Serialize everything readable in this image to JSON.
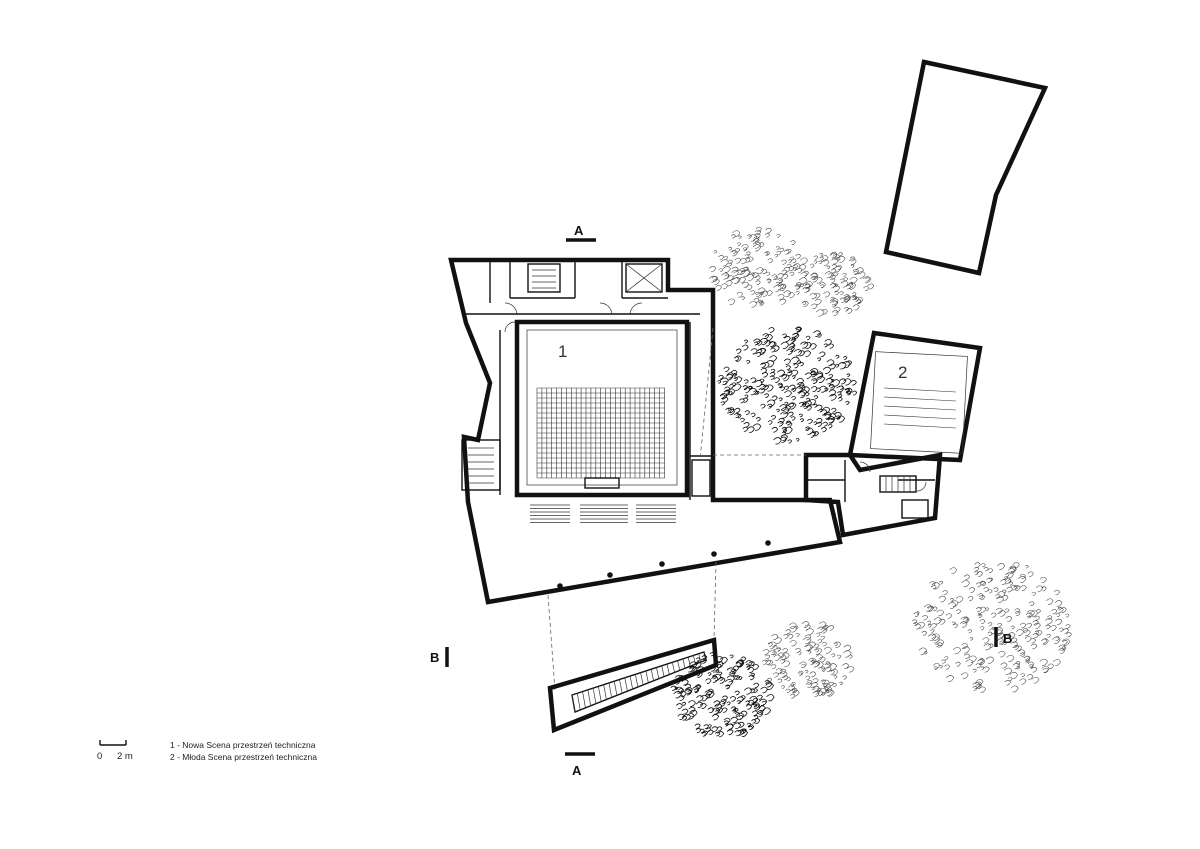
{
  "rooms": {
    "room_1_number": "1",
    "room_2_number": "2"
  },
  "section_markers": {
    "a_top": "A",
    "a_bottom": "A",
    "b_left": "B",
    "b_right": "B"
  },
  "scale_bar": {
    "start_label": "0",
    "end_label": "2 m"
  },
  "legend": [
    "1 - Nowa Scena przestrzeń techniczna",
    "2 - Młoda Scena przestrzeń techniczna"
  ]
}
